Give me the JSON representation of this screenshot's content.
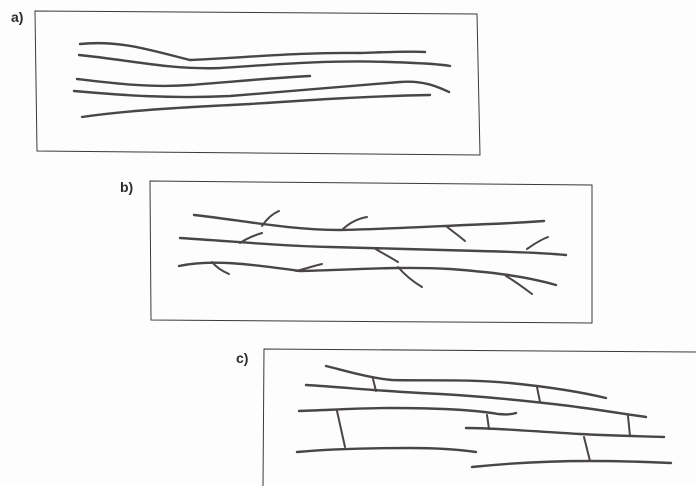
{
  "panels": {
    "a": {
      "label": "a)",
      "description_kind": "linear-chains"
    },
    "b": {
      "label": "b)",
      "description_kind": "branched-chains"
    },
    "c": {
      "label": "c)",
      "description_kind": "cross-linked-chains"
    }
  },
  "colors": {
    "line": "#4a4546",
    "frame": "#3a3a3a",
    "background": "#fdfdfd"
  }
}
